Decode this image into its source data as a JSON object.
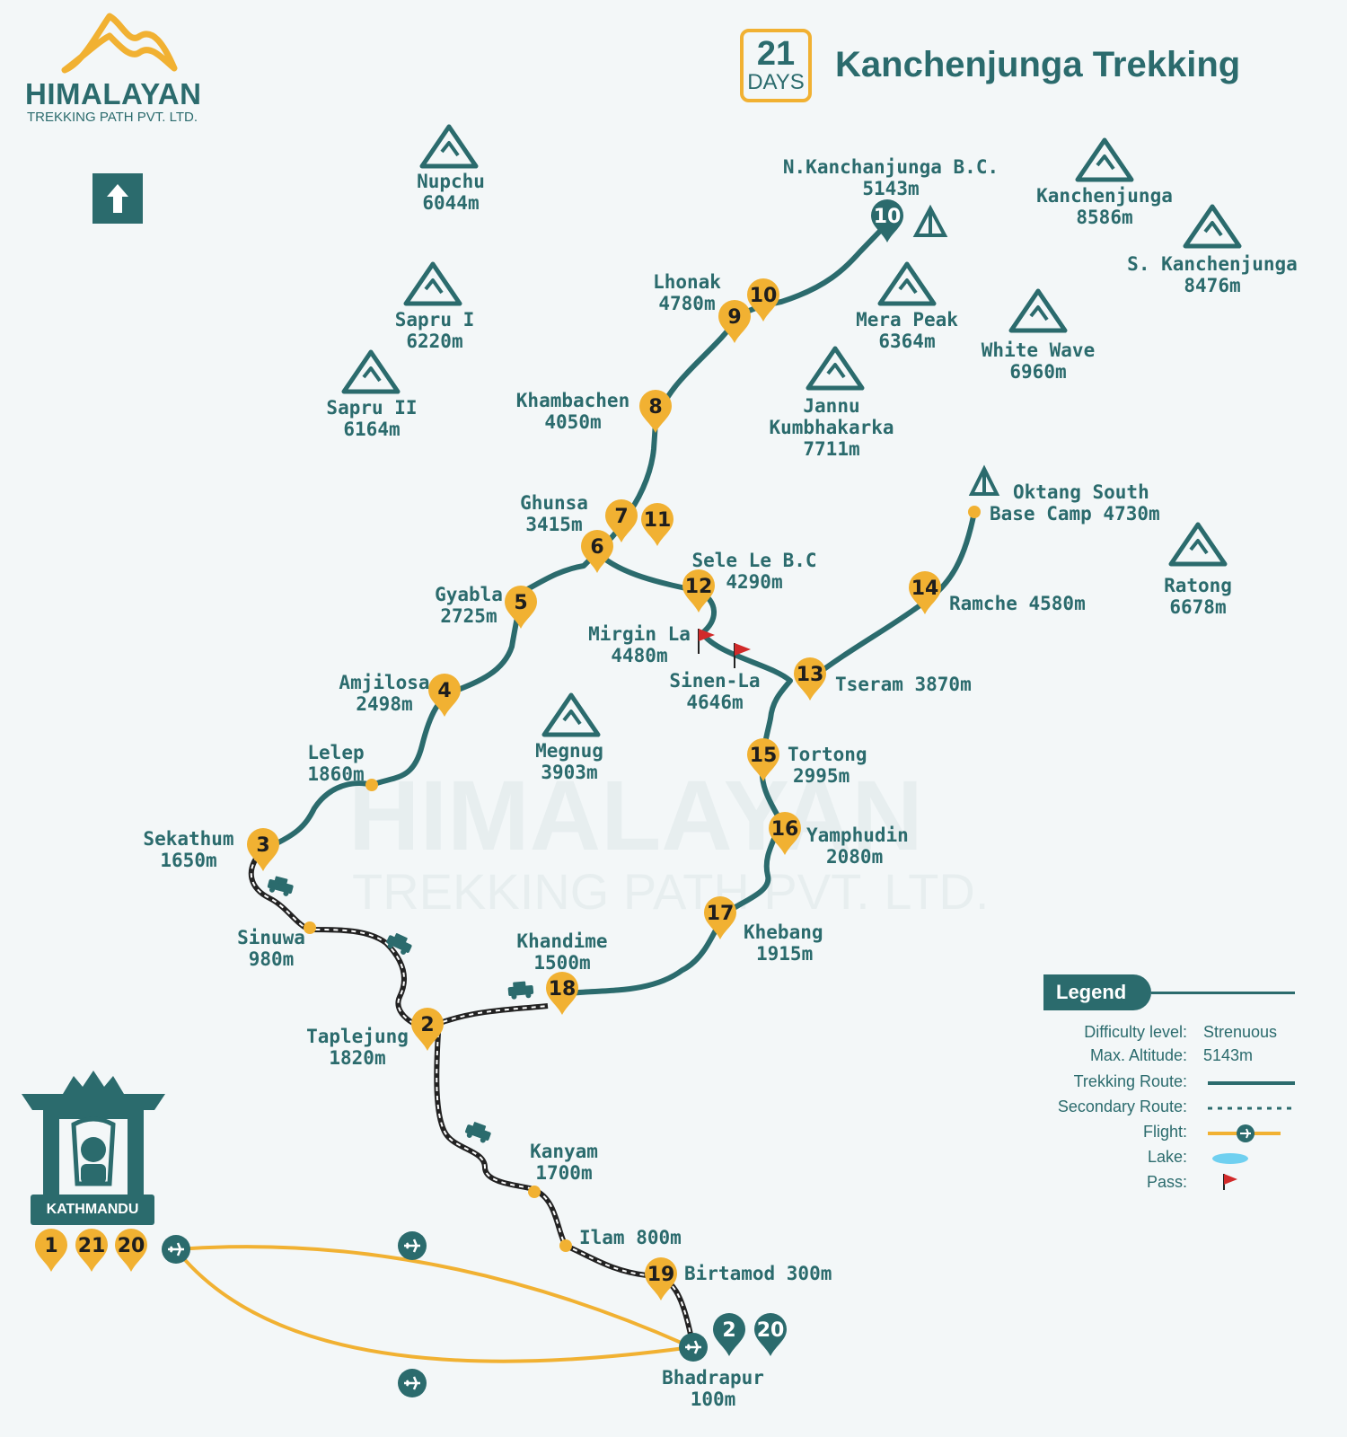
{
  "brand": {
    "name": "HIMALAYAN",
    "tagline": "TREKKING PATH PVT. LTD."
  },
  "header": {
    "days_number": "21",
    "days_label": "DAYS",
    "title": "Kanchenjunga Trekking"
  },
  "colors": {
    "teal": "#2b6b6d",
    "orange": "#f1b132",
    "pass_flag": "#d12a2a",
    "background": "#f3f7f8"
  },
  "icons": {
    "north": "north-arrow-icon",
    "peak": "mountain-icon",
    "camp": "tent-icon",
    "flight": "airplane-icon",
    "vehicle": "jeep-icon",
    "pass": "flag-icon"
  },
  "peaks": [
    {
      "name": "Nupchu",
      "alt": "6044m"
    },
    {
      "name": "Sapru I",
      "alt": "6220m"
    },
    {
      "name": "Sapru II",
      "alt": "6164m"
    },
    {
      "name": "Mera Peak",
      "alt": "6364m"
    },
    {
      "name": "Jannu Kumbhakarka",
      "alt": "7711m"
    },
    {
      "name": "Kanchenjunga",
      "alt": "8586m"
    },
    {
      "name": "S. Kanchenjunga",
      "alt": "8476m"
    },
    {
      "name": "White Wave",
      "alt": "6960m"
    },
    {
      "name": "Ratong",
      "alt": "6678m"
    },
    {
      "name": "Megnug",
      "alt": "3903m"
    }
  ],
  "places": {
    "n_kanch_bc": {
      "name": "N.Kanchanjunga B.C.",
      "alt": "5143m"
    },
    "lhonak": {
      "name": "Lhonak",
      "alt": "4780m"
    },
    "khambachen": {
      "name": "Khambachen",
      "alt": "4050m"
    },
    "ghunsa": {
      "name": "Ghunsa",
      "alt": "3415m"
    },
    "gyabla": {
      "name": "Gyabla",
      "alt": "2725m"
    },
    "amjilosa": {
      "name": "Amjilosa",
      "alt": "2498m"
    },
    "lelep": {
      "name": "Lelep",
      "alt": "1860m"
    },
    "sekathum": {
      "name": "Sekathum",
      "alt": "1650m"
    },
    "sinuwa": {
      "name": "Sinuwa",
      "alt": "980m"
    },
    "taplejung": {
      "name": "Taplejung",
      "alt": "1820m"
    },
    "khandime": {
      "name": "Khandime",
      "alt": "1500m"
    },
    "kanyam": {
      "name": "Kanyam",
      "alt": "1700m"
    },
    "ilam": {
      "name": "Ilam 800m"
    },
    "birtamod": {
      "name": "Birtamod 300m"
    },
    "bhadrapur": {
      "name": "Bhadrapur",
      "alt": "100m"
    },
    "sele_le": {
      "name": "Sele Le B.C",
      "alt": "4290m"
    },
    "mirgin_la": {
      "name": "Mirgin La",
      "alt": "4480m"
    },
    "sinen_la": {
      "name": "Sinen-La",
      "alt": "4646m"
    },
    "tseram": {
      "name": "Tseram 3870m"
    },
    "ramche": {
      "name": "Ramche 4580m"
    },
    "oktang": {
      "name": "Oktang South",
      "name2": "Base Camp 4730m"
    },
    "tortong": {
      "name": "Tortong",
      "alt": "2995m"
    },
    "yamphudin": {
      "name": "Yamphudin",
      "alt": "2080m"
    },
    "khebang": {
      "name": "Khebang",
      "alt": "1915m"
    },
    "kathmandu": {
      "name": "KATHMANDU"
    }
  },
  "day_markers": [
    "1",
    "21",
    "20",
    "2",
    "3",
    "4",
    "5",
    "6",
    "7",
    "8",
    "9",
    "10",
    "10",
    "11",
    "12",
    "13",
    "14",
    "15",
    "16",
    "17",
    "18",
    "19",
    "2",
    "20"
  ],
  "legend": {
    "title": "Legend",
    "difficulty_label": "Difficulty level:",
    "difficulty": "Strenuous",
    "altitude_label": "Max. Altitude:",
    "altitude": "5143m",
    "trekking_label": "Trekking Route:",
    "secondary_label": "Secondary Route:",
    "flight_label": "Flight:",
    "lake_label": "Lake:",
    "pass_label": "Pass:"
  },
  "watermark": {
    "line1": "HIMALAYAN",
    "line2": "TREKKING PATH PVT. LTD."
  }
}
